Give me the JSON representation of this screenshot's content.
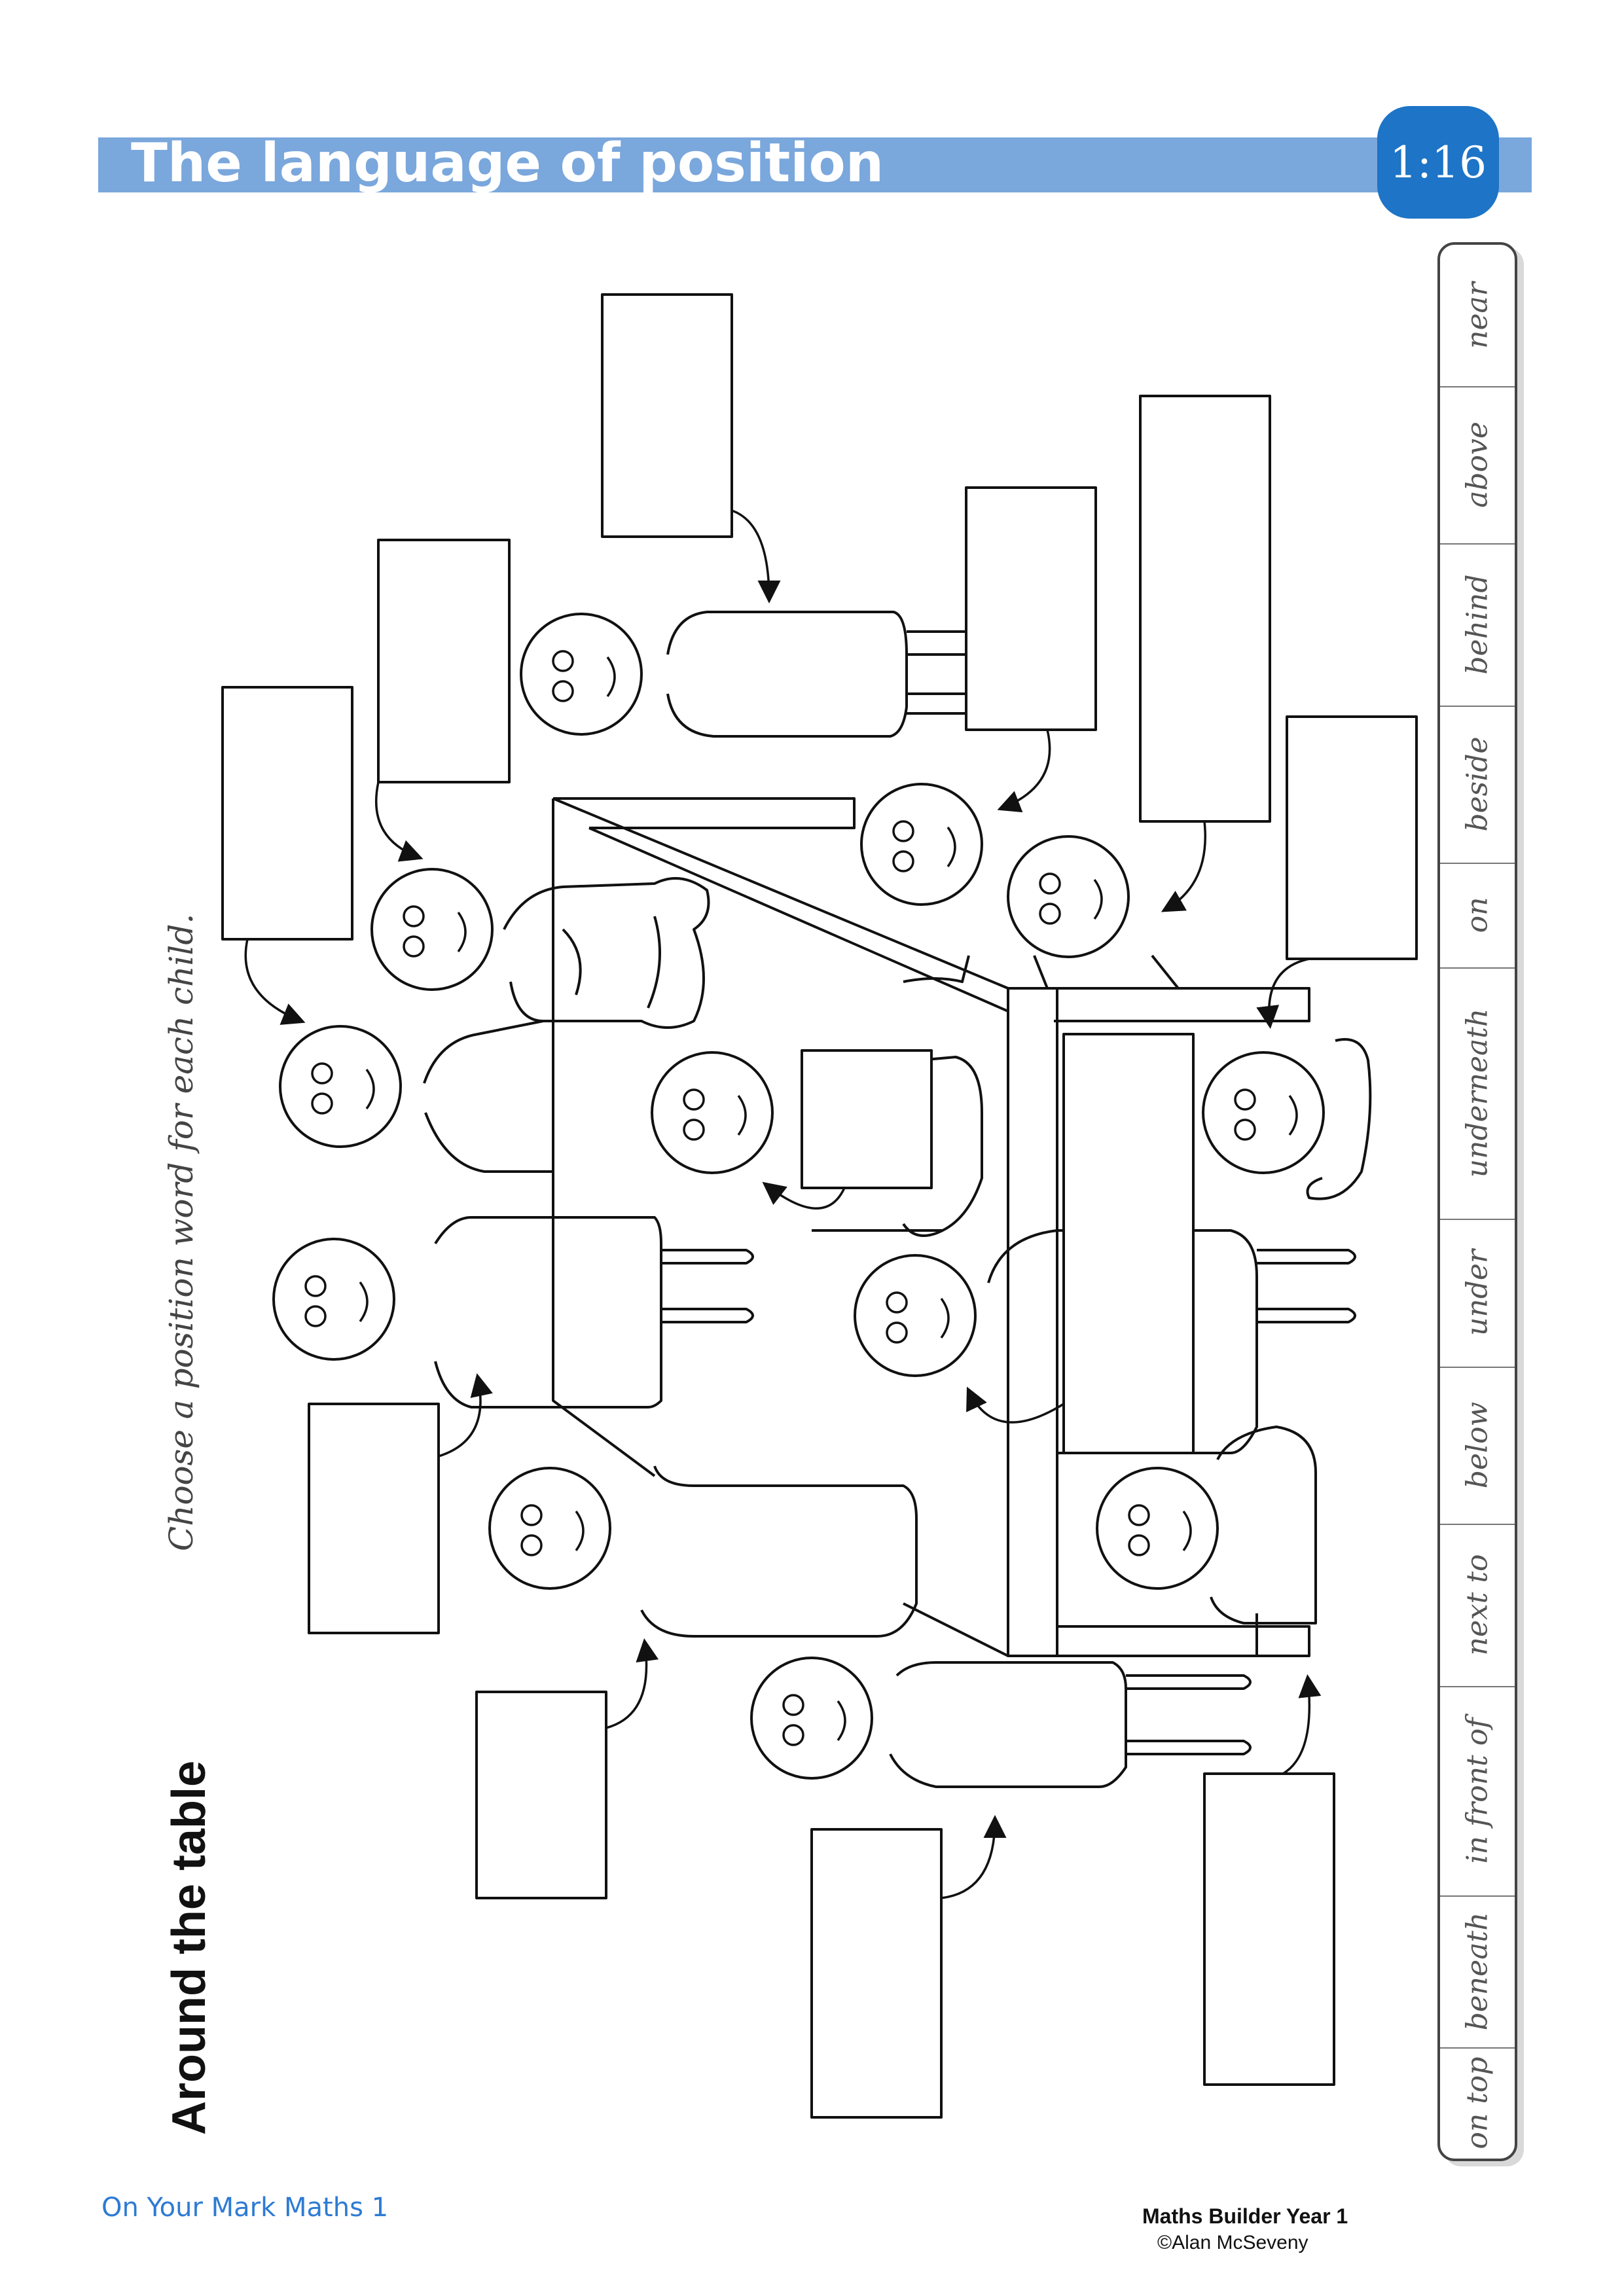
{
  "header": {
    "title": "The language of position",
    "page_number": "1:16"
  },
  "instruction": "Choose a position word for each child.",
  "section_title": "Around the table",
  "word_bank": [
    "near",
    "above",
    "behind",
    "beside",
    "on",
    "underneath",
    "under",
    "below",
    "next to",
    "in front of",
    "beneath",
    "on top"
  ],
  "footer": {
    "series": "On Your Mark Maths 1",
    "book": "Maths Builder Year 1",
    "copyright": "©Alan McSeveny"
  },
  "colors": {
    "banner": "#7aa7dc",
    "badge": "#1e74c6",
    "footer_text": "#2e7bd3"
  }
}
